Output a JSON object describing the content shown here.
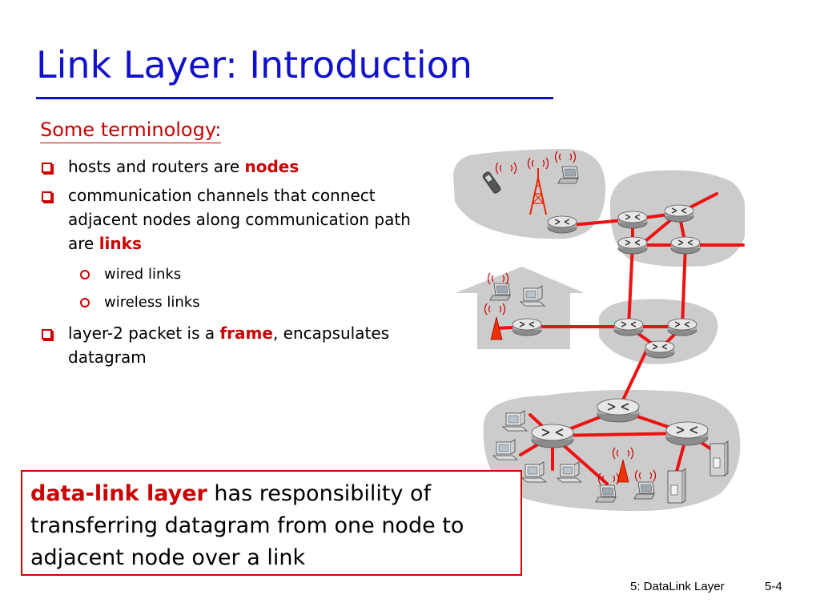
{
  "title": "Link Layer: Introduction",
  "subtitle": "Some terminology:",
  "bullets": [
    {
      "text_before": "hosts and routers are ",
      "highlight": "nodes",
      "text_after": ""
    },
    {
      "text_before": "communication channels that connect adjacent nodes along communication path are ",
      "highlight": "links",
      "text_after": ""
    },
    {
      "text_before": "layer-2 packet is a ",
      "highlight": "frame",
      "text_after": ", encapsulates datagram"
    }
  ],
  "sub_bullets": [
    "wired links",
    "wireless links"
  ],
  "definition": {
    "term": "data-link layer",
    "rest": " has responsibility of transferring datagram from one node to adjacent node over a link"
  },
  "footer": {
    "section": "5: DataLink Layer",
    "page": "5-4"
  },
  "colors": {
    "title": "#1111cc",
    "accent": "#cc0000",
    "link": "#ee1111",
    "cloud": "#cccccc"
  },
  "diagram_icons": [
    "cellphone-icon",
    "cell-tower-icon",
    "laptop-icon",
    "router-icon",
    "home-icon",
    "wireless-access-point-icon",
    "desktop-computer-icon",
    "server-icon"
  ]
}
